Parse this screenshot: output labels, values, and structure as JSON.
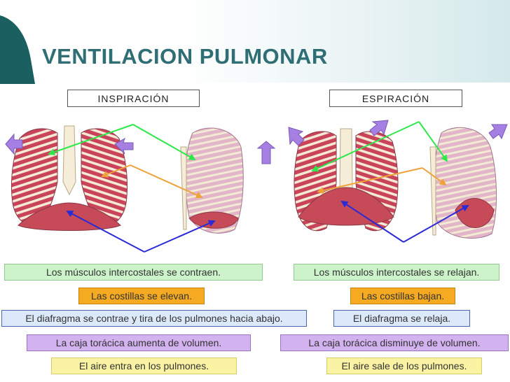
{
  "slide": {
    "title": "VENTILACION PULMONAR"
  },
  "inspiration": {
    "label": "INSPIRACIÓN",
    "captions": {
      "muscles": "Los músculos intercostales se contraen.",
      "ribs": "Las costillas se elevan.",
      "diaphragm": "El diafragma se contrae y tira de los pulmones hacia abajo.",
      "cage": "La caja torácica aumenta de volumen.",
      "air": "El aire entra en los pulmones."
    }
  },
  "expiration": {
    "label": "ESPIRACIÓN",
    "captions": {
      "muscles": "Los músculos intercostales se relajan.",
      "ribs": "Las costillas bajan.",
      "diaphragm": "El diafragma se relaja.",
      "cage": "La caja torácica disminuye de volumen.",
      "air": "El aire sale de los pulmones."
    }
  },
  "colors": {
    "title": "#2e6e74",
    "accent": "#1a6060",
    "arrow_green": "#2ee84a",
    "arrow_orange": "#f0a23a",
    "arrow_blue": "#2a2ad6",
    "motion_arrow": "#a67fe2"
  },
  "icons": {
    "motion_arrow": "arrow-icon",
    "ribcage": "ribcage-illustration"
  }
}
